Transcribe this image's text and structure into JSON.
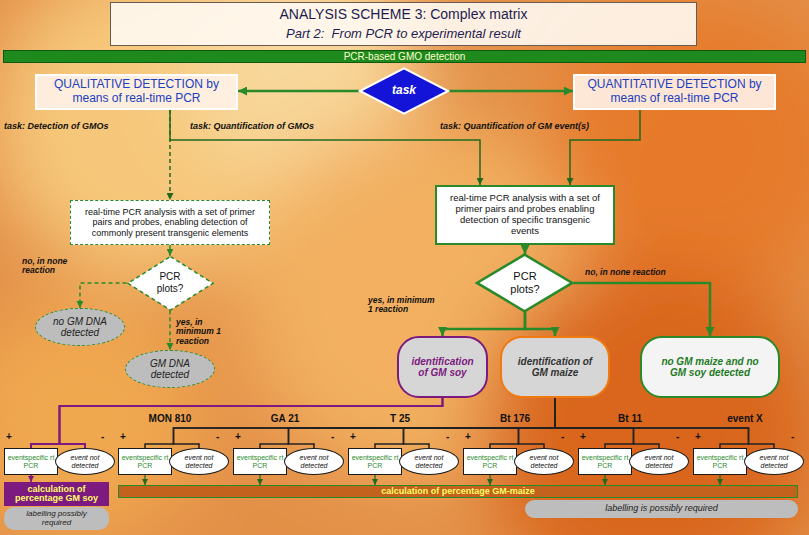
{
  "diagram": {
    "nodes": [
      {
        "text": [
          "ANALYSIS SCHEME 3: Complex matrix",
          "Part 2:  From PCR to experimental result"
        ]
      },
      {
        "text": [
          "PCR-based GMO detection"
        ]
      },
      {
        "text": [
          "QUALITATIVE DETECTION by means of real-time PCR"
        ]
      },
      {
        "text": [
          "task"
        ]
      },
      {
        "text": [
          "QUANTITATIVE DETECTION by means of real-time PCR"
        ]
      },
      {
        "text": [
          "real-time PCR analysis with a set of primer pairs and probes, enabling detection of commonly present transgenic elements"
        ]
      },
      {
        "text": [
          "PCR plots?"
        ]
      },
      {
        "text": [
          "no GM DNA detected"
        ]
      },
      {
        "text": [
          "GM DNA detected"
        ]
      },
      {
        "text": [
          "real-time PCR analysis with a set of primer pairs and probes enabling detection of specific transgenic events"
        ]
      },
      {
        "text": [
          "PCR plots?"
        ]
      },
      {
        "text": [
          "identification of GM soy"
        ]
      },
      {
        "text": [
          "identification of GM maize"
        ]
      },
      {
        "text": [
          "no GM maize and no GM soy detected"
        ]
      },
      {
        "text": [
          "eventspecific rt PCR"
        ]
      },
      {
        "text": [
          "event not detected"
        ]
      },
      {
        "text": [
          "calculation of percentage GM soy"
        ]
      },
      {
        "text": [
          "labelling possibly required"
        ]
      },
      {
        "text": [
          "eventspecific rt PCR"
        ]
      },
      {
        "text": [
          "event not detected"
        ]
      },
      {
        "text": [
          "eventspecific rt PCR"
        ]
      },
      {
        "text": [
          "event not detected"
        ]
      },
      {
        "text": [
          "eventspecific rt PCR"
        ]
      },
      {
        "text": [
          "event not detected"
        ]
      },
      {
        "text": [
          "eventspecific rt PCR"
        ]
      },
      {
        "text": [
          "event not detected"
        ]
      },
      {
        "text": [
          "eventspecific rt PCR"
        ]
      },
      {
        "text": [
          "event not detected"
        ]
      },
      {
        "text": [
          "eventspecific rt PCR"
        ]
      },
      {
        "text": [
          "event not detected"
        ]
      },
      {
        "text": [
          "calculation of percentage GM-maize"
        ]
      },
      {
        "text": [
          "labelling is possibly required"
        ]
      }
    ],
    "edges": [
      {
        "from": 3,
        "to": 2,
        "arrow": "to"
      },
      {
        "from": 3,
        "to": 4,
        "arrow": "to"
      },
      {
        "from": 2,
        "to": 5,
        "arrow": "to"
      },
      {
        "from": 2,
        "to": 9,
        "arrow": "to"
      },
      {
        "from": 4,
        "to": 9,
        "arrow": "to"
      },
      {
        "from": 5,
        "to": 6,
        "arrow": "to"
      },
      {
        "from": 6,
        "to": 7,
        "arrow": "to",
        "label": "no, in none reaction"
      },
      {
        "from": 6,
        "to": 8,
        "arrow": "to",
        "label": "yes, in minimum 1 reaction"
      },
      {
        "from": 9,
        "to": 10,
        "arrow": "to"
      },
      {
        "from": 10,
        "to": 11,
        "arrow": "to",
        "label": "yes, in minimum 1 reaction"
      },
      {
        "from": 10,
        "to": 12,
        "arrow": "to"
      },
      {
        "from": 10,
        "to": 13,
        "arrow": "to",
        "label": "no, in none reaction"
      },
      {
        "from": 11,
        "to": 14,
        "arrow": "none"
      },
      {
        "from": 11,
        "to": 15,
        "arrow": "none"
      },
      {
        "from": 14,
        "to": 16,
        "arrow": "to"
      },
      {
        "from": 12,
        "to": 18,
        "arrow": "none"
      },
      {
        "from": 12,
        "to": 19,
        "arrow": "none"
      },
      {
        "from": 12,
        "to": 20,
        "arrow": "none"
      },
      {
        "from": 12,
        "to": 21,
        "arrow": "none"
      },
      {
        "from": 12,
        "to": 22,
        "arrow": "none"
      },
      {
        "from": 12,
        "to": 23,
        "arrow": "none"
      },
      {
        "from": 12,
        "to": 24,
        "arrow": "none"
      },
      {
        "from": 12,
        "to": 25,
        "arrow": "none"
      },
      {
        "from": 12,
        "to": 26,
        "arrow": "none"
      },
      {
        "from": 12,
        "to": 27,
        "arrow": "none"
      },
      {
        "from": 12,
        "to": 28,
        "arrow": "none"
      },
      {
        "from": 12,
        "to": 29,
        "arrow": "none"
      },
      {
        "from": 18,
        "to": 30,
        "arrow": "to"
      },
      {
        "from": 20,
        "to": 30,
        "arrow": "to"
      },
      {
        "from": 22,
        "to": 30,
        "arrow": "to"
      },
      {
        "from": 24,
        "to": 30,
        "arrow": "to"
      },
      {
        "from": 26,
        "to": 30,
        "arrow": "to"
      },
      {
        "from": 28,
        "to": 30,
        "arrow": "to"
      }
    ],
    "labels": [
      "task: Detection of GMOs",
      "task: Quantification of GMOs",
      "task: Quantification of GM event(s)",
      "+",
      "-",
      "MON 810",
      "+",
      "-",
      "GA 21",
      "+",
      "-",
      "T 25",
      "+",
      "-",
      "Bt 176",
      "+",
      "-",
      "Bt 11",
      "+",
      "-",
      "event X",
      "+",
      "-"
    ]
  }
}
